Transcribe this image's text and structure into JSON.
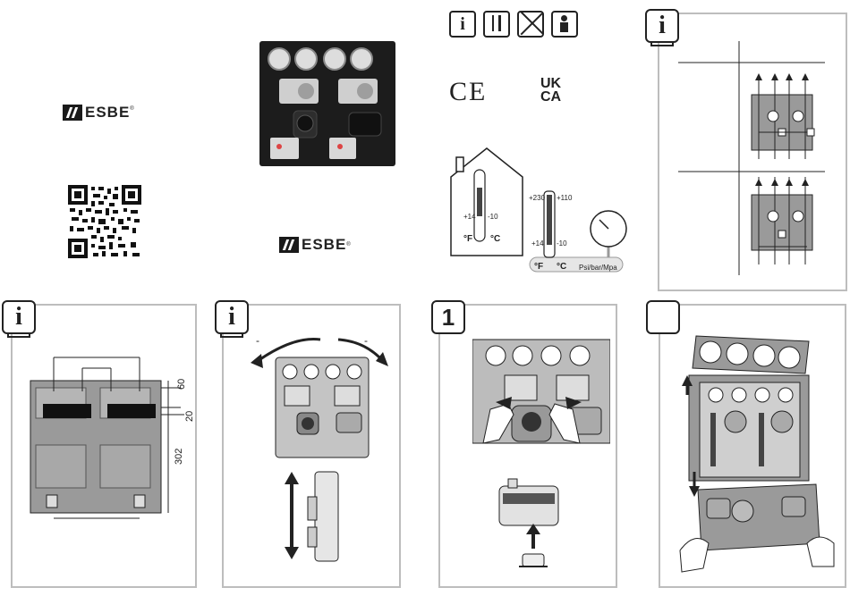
{
  "brand": {
    "name": "ESBE",
    "registered": "®"
  },
  "certifications": {
    "ce": "CE",
    "ukca_top": "UK",
    "ukca_bottom": "CA"
  },
  "thermometer_indoor": {
    "unit_f": "°F",
    "unit_c": "°C",
    "f_value": "+14",
    "c_value": "-10"
  },
  "thermometer_pipe": {
    "unit_f": "°F",
    "unit_c": "°C",
    "f_high": "+230",
    "c_high": "+110",
    "f_low": "+14",
    "c_low": "-10",
    "pressure_unit": "Psi/bar/Mpa"
  },
  "dimensions": {
    "d1": "60",
    "d2": "20",
    "d3": "302"
  },
  "rotation_marks": {
    "left": "-",
    "right": "-"
  },
  "step_numbers": {
    "step1": "1"
  },
  "info_glyph": "i",
  "colors": {
    "panel_dark": "#1a1a1a",
    "frame_grey": "#bdbdbd",
    "insulation": "#9a9a9a",
    "line": "#222222"
  }
}
